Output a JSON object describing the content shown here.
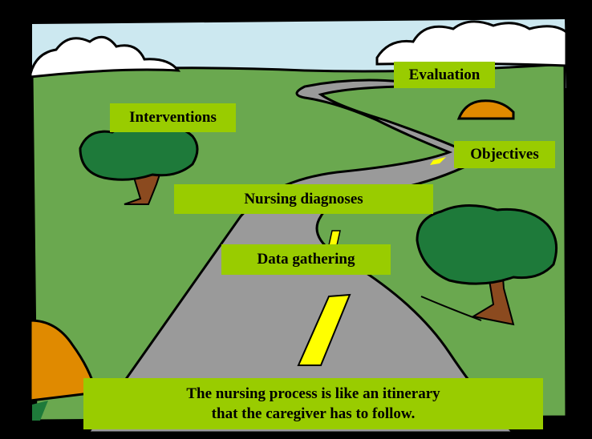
{
  "labels": {
    "evaluation": "Evaluation",
    "interventions": "Interventions",
    "objectives": "Objectives",
    "nursing_diagnoses": "Nursing diagnoses",
    "data_gathering": "Data gathering"
  },
  "caption": {
    "line1": "The nursing process is like an itinerary",
    "line2": "that the caregiver has to follow."
  },
  "colors": {
    "sky": "#cce8f0",
    "grass": "#6aa84f",
    "road": "#9a9a9a",
    "road_stripe": "#ffff00",
    "label_bg": "#99cc00",
    "tree": "#1e7a3a",
    "trunk": "#8b4a1f",
    "bush": "#e08a00"
  }
}
